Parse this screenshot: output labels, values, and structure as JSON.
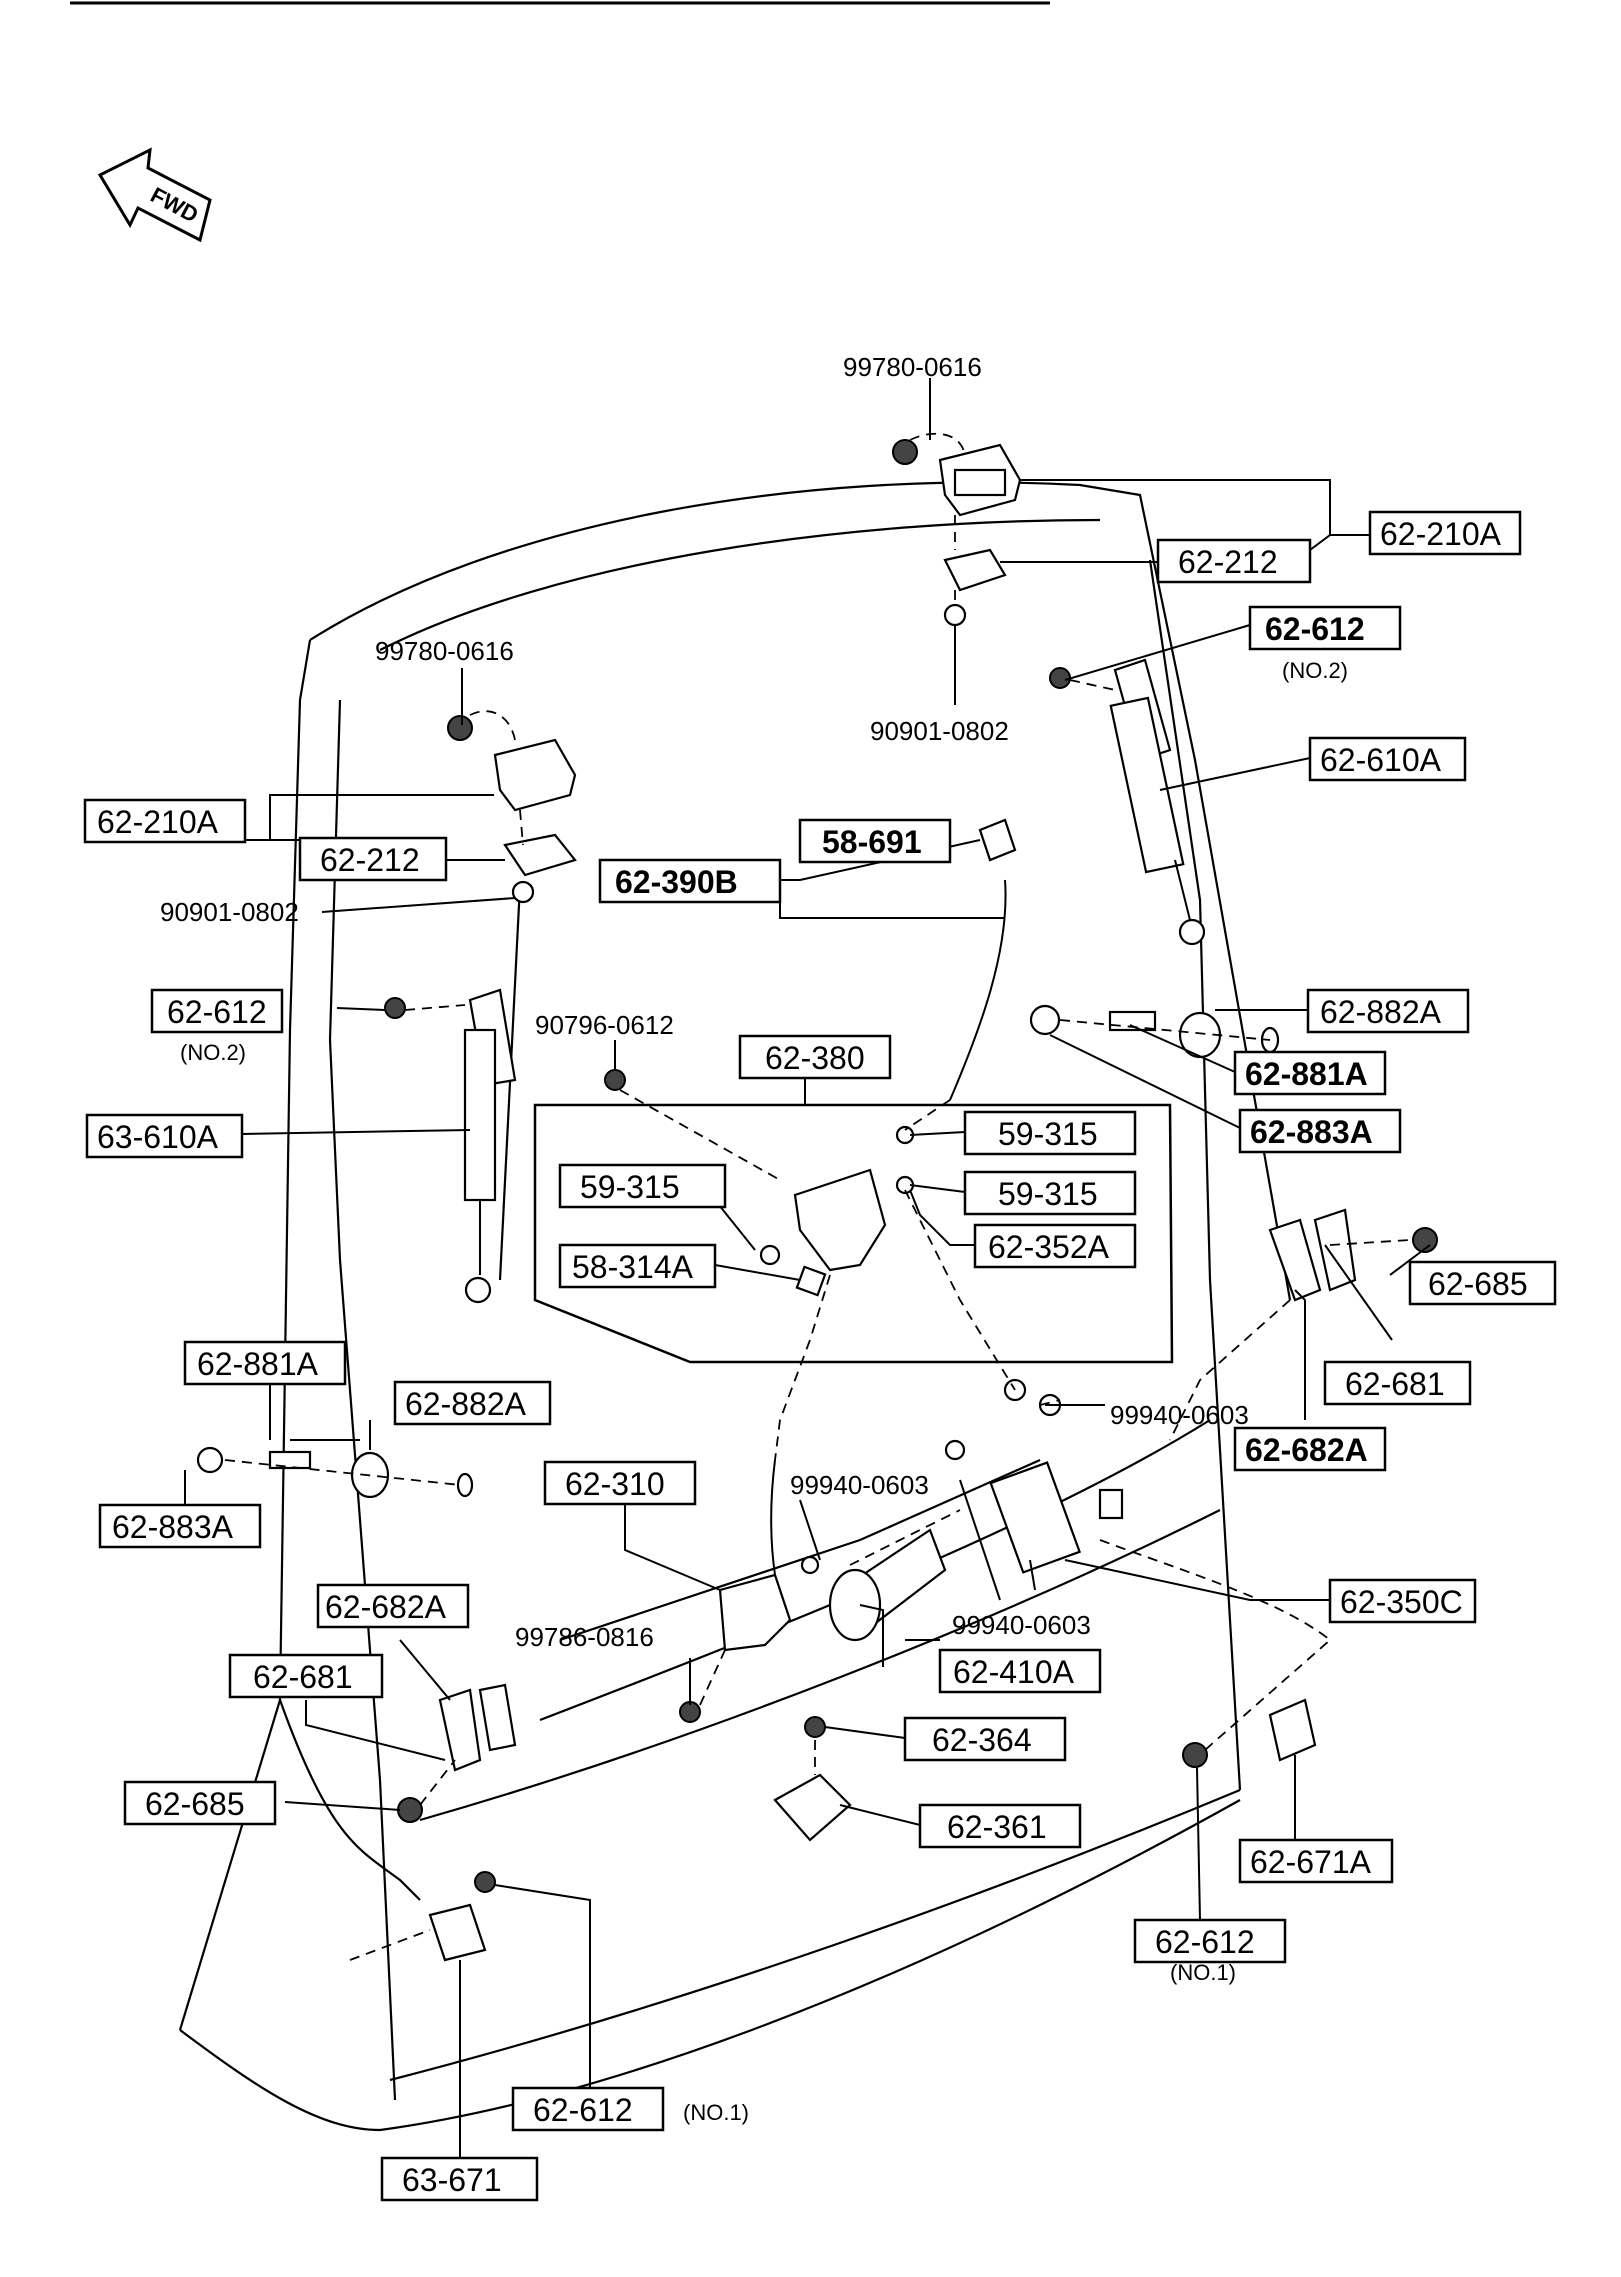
{
  "fwd_label": "FWD",
  "parts": {
    "p62_210A_top": "62-210A",
    "p62_212_top": "62-212",
    "p99780_top": "99780-0616",
    "p90901_top": "90901-0802",
    "p62_612_r": "62-612",
    "p62_612_r_note": "(NO.2)",
    "p62_610A": "62-610A",
    "p99780_left": "99780-0616",
    "p62_210A_left": "62-210A",
    "p62_212_left": "62-212",
    "p90901_left": "90901-0802",
    "p58_691": "58-691",
    "p62_390B": "62-390B",
    "p62_612_l": "62-612",
    "p62_612_l_note": "(NO.2)",
    "p90796": "90796-0612",
    "p62_380": "62-380",
    "p62_882A_r": "62-882A",
    "p62_881A_r": "62-881A",
    "p62_883A_r": "62-883A",
    "p63_610A": "63-610A",
    "p59_315_a": "59-315",
    "p59_315_b": "59-315",
    "p59_315_c": "59-315",
    "p62_352A": "62-352A",
    "p58_314A": "58-314A",
    "p62_685_r": "62-685",
    "p62_681_r": "62-681",
    "p62_881A_l": "62-881A",
    "p62_882A_l": "62-882A",
    "p99940_a": "99940-0603",
    "p62_682A_r": "62-682A",
    "p62_883A_l": "62-883A",
    "p62_310": "62-310",
    "p99940_b": "99940-0603",
    "p62_350C": "62-350C",
    "p62_682A_l": "62-682A",
    "p99786": "99786-0816",
    "p99940_c": "99940-0603",
    "p62_681_l": "62-681",
    "p62_410A": "62-410A",
    "p62_364": "62-364",
    "p62_685_l": "62-685",
    "p62_361": "62-361",
    "p62_671A": "62-671A",
    "p62_612_b": "62-612",
    "p62_612_b_note": "(NO.1)",
    "p62_612_c": "62-612",
    "p62_612_c_note": "(NO.1)",
    "p63_671": "63-671"
  }
}
